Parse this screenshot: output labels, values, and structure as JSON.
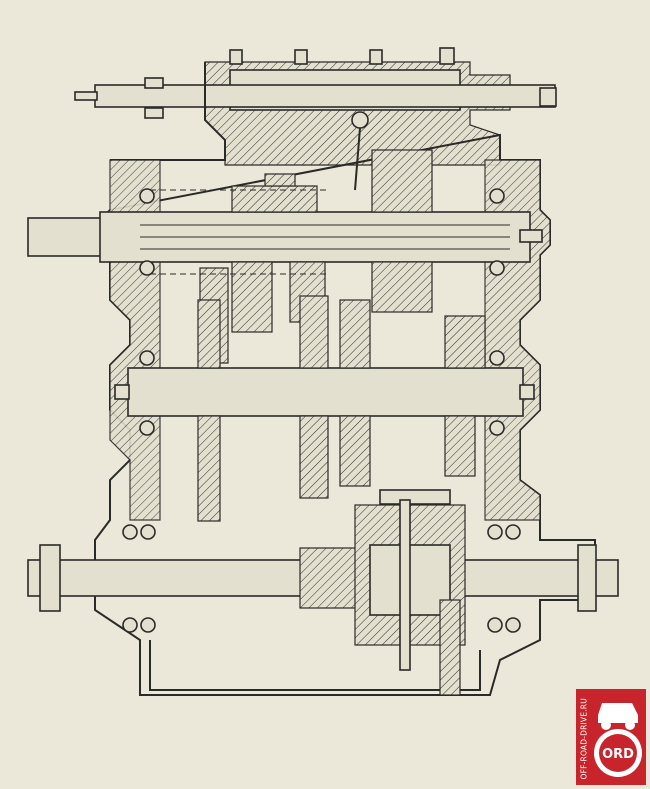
{
  "figure": {
    "subject": "gearbox-cross-section-drawing",
    "background_color": "#ece8d9",
    "ink_color": "#2a2a28"
  },
  "watermark": {
    "side_text": "OFF-ROAD-DRIVE.RU",
    "mark_letters": "ORD",
    "badge_color": "#c8242b",
    "mark_color": "#ffffff"
  }
}
